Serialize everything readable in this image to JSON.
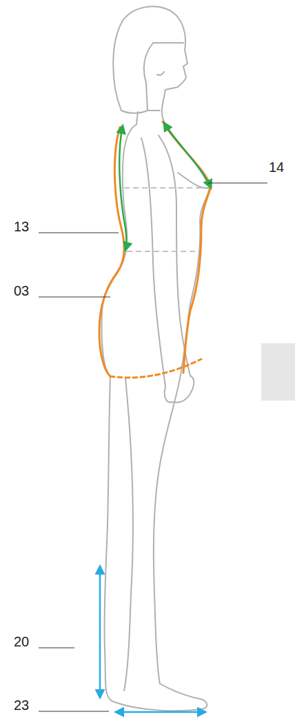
{
  "diagram": {
    "labels": [
      "14",
      "13",
      "03",
      "20",
      "23"
    ]
  }
}
